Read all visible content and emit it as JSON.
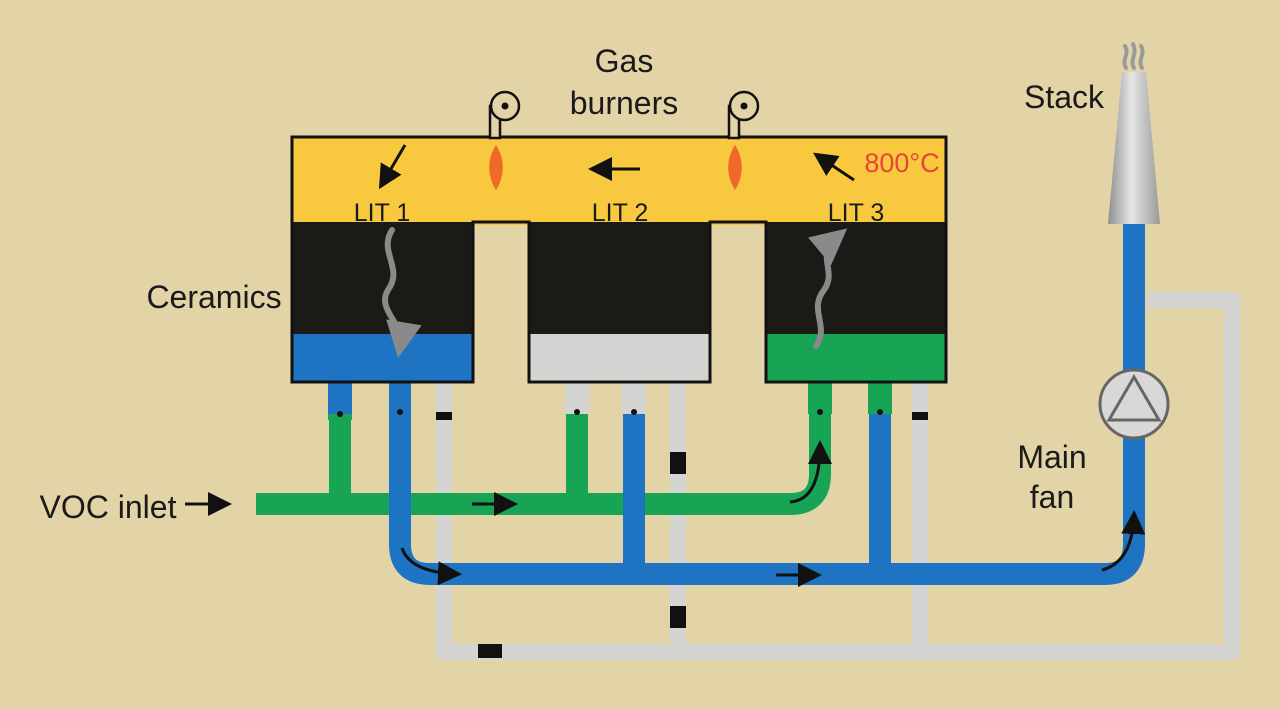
{
  "labels": {
    "gas_burners_line1": "Gas",
    "gas_burners_line2": "burners",
    "stack": "Stack",
    "ceramics": "Ceramics",
    "voc_inlet": "VOC inlet",
    "main_fan_line1": "Main",
    "main_fan_line2": "fan",
    "temperature": "800°C",
    "beds": [
      "LIT 1",
      "LIT 2",
      "LIT 3"
    ]
  },
  "colors": {
    "background": "#e3d4a8",
    "combustion_chamber": "#f8c93e",
    "ceramic_bed": "#1b1a17",
    "inlet_flow": "#17a455",
    "outlet_flow": "#1e73c2",
    "purge_flow": "#d4d4d2",
    "flame": "#ef6a2a",
    "temperature_text": "#e8453a"
  },
  "icons": [
    "flame-icon",
    "fan-icon",
    "smoke-icon",
    "flow-arrow-icon",
    "heat-wave-icon",
    "valve-icon"
  ]
}
